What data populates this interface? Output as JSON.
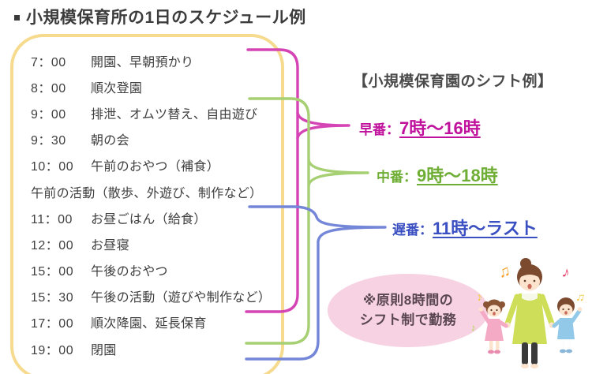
{
  "page": {
    "title": "小規模保育所の1日のスケジュール例"
  },
  "schedule": {
    "rows": [
      {
        "time": "7：00",
        "activity": "開園、早朝預かり"
      },
      {
        "time": "8：00",
        "activity": "順次登園"
      },
      {
        "time": "9：00",
        "activity": "排泄、オムツ替え、自由遊び"
      },
      {
        "time": "9：30",
        "activity": "朝の会"
      },
      {
        "time": "10：00",
        "activity": "午前のおやつ（補食）"
      },
      {
        "time": "",
        "activity": "午前の活動（散歩、外遊び、制作など）"
      },
      {
        "time": "11：00",
        "activity": "お昼ごはん（給食）"
      },
      {
        "time": "12：00",
        "activity": "お昼寝"
      },
      {
        "time": "15：00",
        "activity": "午後のおやつ"
      },
      {
        "time": "15：30",
        "activity": "午後の活動（遊びや制作など）"
      },
      {
        "time": "17：00",
        "activity": "順次降園、延長保育"
      },
      {
        "time": "19：00",
        "activity": "閉園"
      }
    ]
  },
  "shifts": {
    "header": "【小規模保育園のシフト例】",
    "early": {
      "label": "早番：",
      "time": "7時〜16時"
    },
    "middle": {
      "label": "中番：",
      "time": "9時〜18時"
    },
    "late": {
      "label": "遅番：",
      "time": "11時〜ラスト"
    }
  },
  "note": {
    "line1": "※原則8時間の",
    "line2": "シフト制で勤務"
  },
  "colors": {
    "box_border": "#f6db8e",
    "early_bracket": "#d544b4",
    "middle_bracket": "#a6d073",
    "late_bracket": "#7486d8",
    "early_text": "#c0119c",
    "middle_text": "#6fae35",
    "late_text": "#3a4fc1",
    "note_bg": "#f7d2e3",
    "note_text": "#594650"
  },
  "illustration": {
    "description": "caregiver-singing-with-two-children",
    "notes": [
      {
        "glyph": "♫",
        "color": "#f5a12c"
      },
      {
        "glyph": "♪",
        "color": "#e73c68"
      },
      {
        "glyph": "♪",
        "color": "#f2c93e"
      },
      {
        "glyph": "♫",
        "color": "#f2c93e"
      },
      {
        "glyph": "♪",
        "color": "#b5d65b"
      }
    ]
  }
}
